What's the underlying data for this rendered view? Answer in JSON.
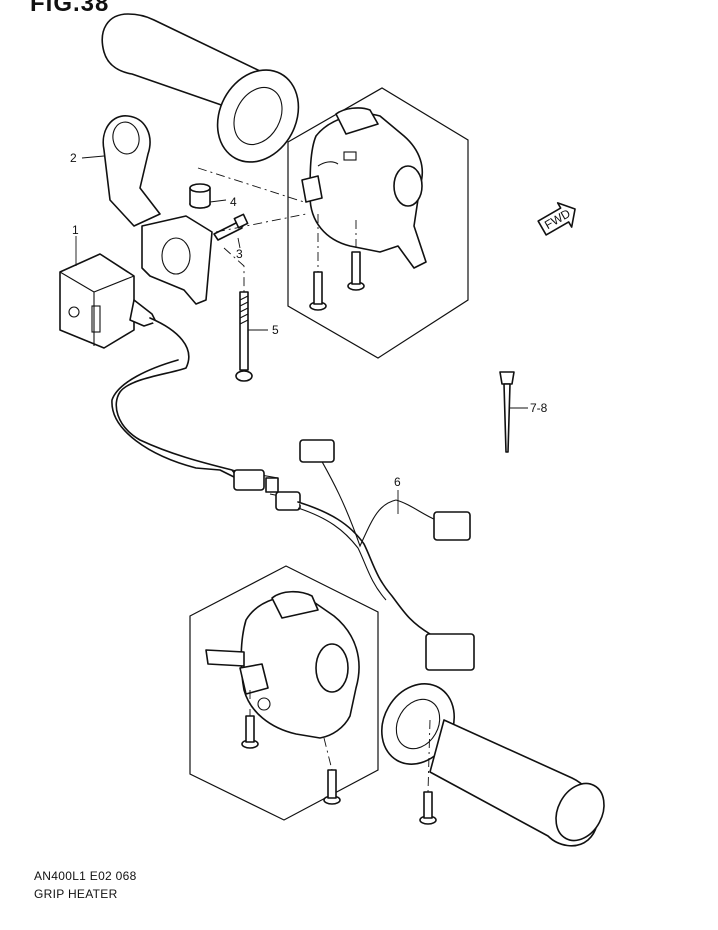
{
  "figure": {
    "label": "FIG.38",
    "code": "AN400L1 E02  068",
    "title": "GRIP HEATER"
  },
  "callouts": {
    "c1": "1",
    "c2": "2",
    "c3": "3",
    "c4": "4",
    "c5": "5",
    "c6": "6",
    "c78": "7-8"
  },
  "fwd_marker": "FWD"
}
